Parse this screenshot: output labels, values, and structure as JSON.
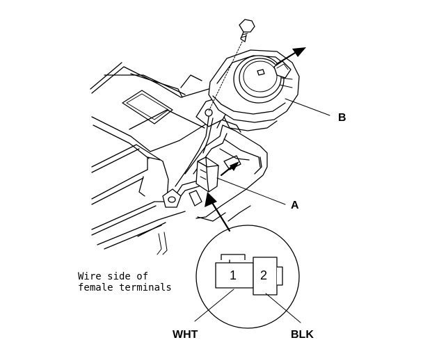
{
  "callouts": {
    "a": "A",
    "b": "B"
  },
  "inset": {
    "caption_line1": "Wire side of",
    "caption_line2": "female terminals",
    "terminals": [
      {
        "number": "1",
        "wire": "WHT"
      },
      {
        "number": "2",
        "wire": "BLK"
      }
    ]
  },
  "colors": {
    "line": "#000000",
    "background": "#ffffff"
  }
}
